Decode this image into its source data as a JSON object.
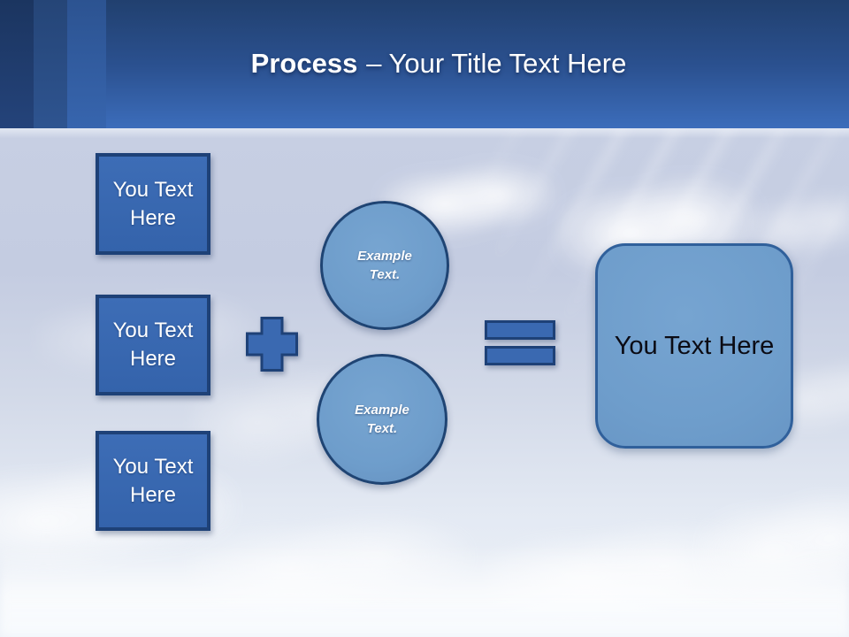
{
  "slide_title": {
    "keyword": "Process",
    "rest": "– Your Title Text Here"
  },
  "left_boxes": [
    {
      "label": "You Text Here"
    },
    {
      "label": "You Text Here"
    },
    {
      "label": "You Text Here"
    }
  ],
  "operators": {
    "plus": "+",
    "equals": "="
  },
  "circles": [
    {
      "label": "Example Text."
    },
    {
      "label": "Example Text."
    }
  ],
  "result_box": {
    "label": "You Text Here"
  },
  "colors": {
    "header_gradient_top": "#21406F",
    "header_gradient_bottom": "#3C6DBB",
    "accent_stripe_dark": "#1B3560",
    "accent_stripe_mid": "#254577",
    "accent_stripe_light": "#2C5391",
    "shape_fill": "#3A69B1",
    "shape_border": "#1E4177",
    "light_shape_fill": "#6E9DCB",
    "light_shape_border": "#30609B",
    "sky_top": "#C5CDE2",
    "sky_bottom": "#EEF3F9",
    "title_text": "#FFFFFF",
    "result_text": "#0B0B14"
  }
}
